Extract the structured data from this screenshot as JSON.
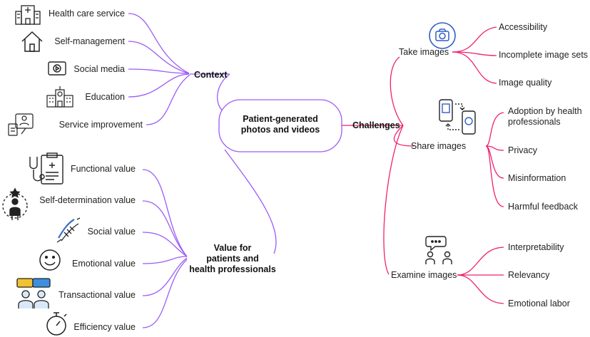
{
  "center": {
    "line1": "Patient-generated",
    "line2": "photos and videos"
  },
  "context": {
    "title": "Context",
    "items": [
      {
        "label": "Health care service",
        "icon": "hospital-icon"
      },
      {
        "label": "Self-management",
        "icon": "house-icon"
      },
      {
        "label": "Social media",
        "icon": "play-screen-icon"
      },
      {
        "label": "Education",
        "icon": "school-building-icon"
      },
      {
        "label": "Service improvement",
        "icon": "feedback-screen-icon"
      }
    ]
  },
  "value": {
    "title_line1": "Value for",
    "title_line2": "patients and",
    "title_line3": "health professionals",
    "items": [
      {
        "label": "Functional value",
        "icon": "stethoscope-clipboard-icon"
      },
      {
        "label": "Self-determination value",
        "icon": "person-star-icon"
      },
      {
        "label": "Social value",
        "icon": "handshake-icon"
      },
      {
        "label": "Emotional value",
        "icon": "smiley-icon"
      },
      {
        "label": "Transactional value",
        "icon": "chat-people-icon"
      },
      {
        "label": "Efficiency value",
        "icon": "stopwatch-icon"
      }
    ]
  },
  "challenges": {
    "title": "Challenges",
    "groups": [
      {
        "label": "Take images",
        "icon": "camera-icon",
        "items": [
          "Accessibility",
          "Incomplete image sets",
          "Image quality"
        ]
      },
      {
        "label": "Share images",
        "icon": "phone-share-icon",
        "items_text": [
          [
            "Adoption by health",
            "professionals"
          ],
          [
            "Privacy"
          ],
          [
            "Misinformation"
          ],
          [
            "Harmful feedback"
          ]
        ]
      },
      {
        "label": "Examine images",
        "icon": "people-talk-icon",
        "items": [
          "Interpretability",
          "Relevancy",
          "Emotional labor"
        ]
      }
    ]
  },
  "colors": {
    "purple": "#9b5cf6",
    "pink": "#f0216f",
    "dark": "#222222"
  }
}
